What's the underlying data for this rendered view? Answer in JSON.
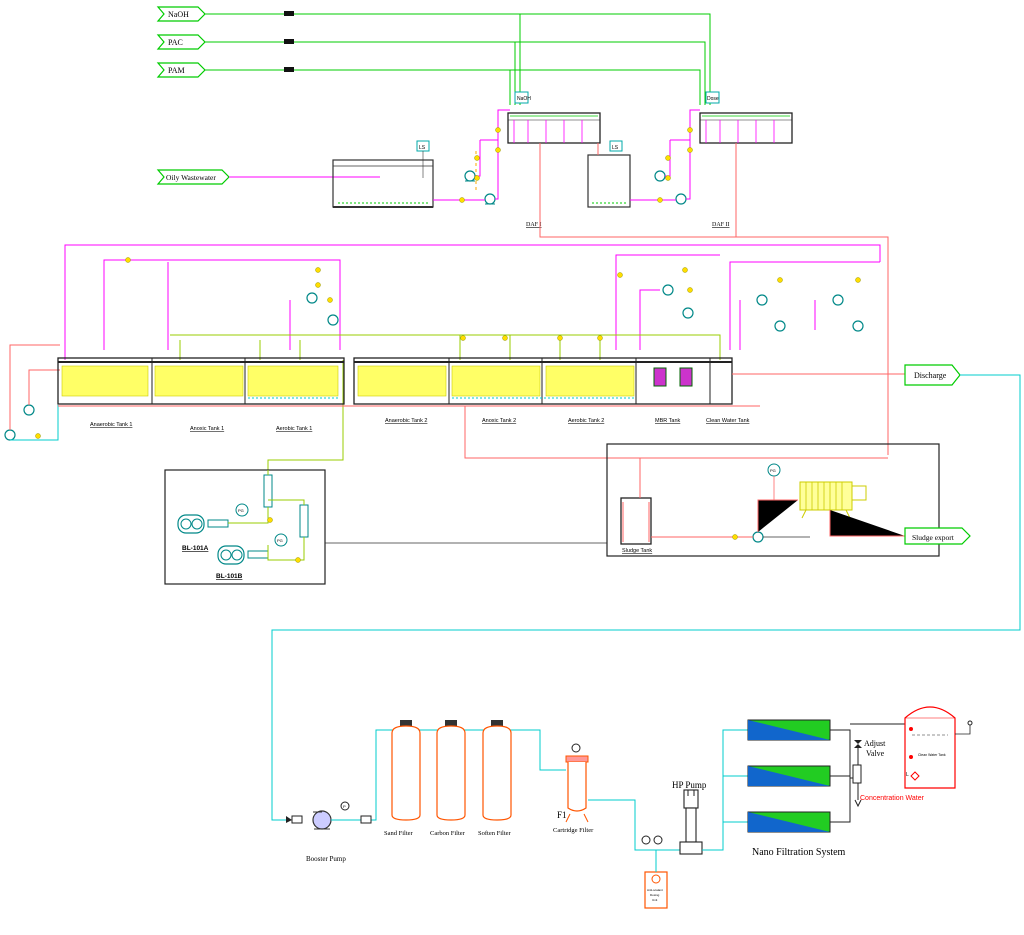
{
  "inputs": {
    "naoh": "NaOH",
    "pac": "PAC",
    "pam": "PAM",
    "oily_wastewater": "Oily Wastewater"
  },
  "dosing_tags": {
    "naoh_tag": "NaOH",
    "dose_tag": "Dose"
  },
  "daf": {
    "daf1": "DAF I",
    "daf2": "DAF II",
    "tag1": "LS",
    "tag2": "LS"
  },
  "tanks": {
    "anaerobic1": "Anaerobic Tank 1",
    "anoxic1": "Anoxic Tank 1",
    "aerobic1": "Aerobic Tank 1",
    "anaerobic2": "Anaerobic Tank 2",
    "anoxic2": "Anoxic Tank 2",
    "aerobic2": "Aerobic Tank 2",
    "mbr": "MBR Tank",
    "clean": "Clean Water Tank"
  },
  "outputs": {
    "discharge": "Discharge",
    "sludge_export": "Sludge export"
  },
  "blowers": {
    "a": "BL-101A",
    "b": "BL-101B"
  },
  "sludge": {
    "tank": "Sludge Tank",
    "pg": "PG"
  },
  "gauges": {
    "pg": "PG",
    "p": "P"
  },
  "nf": {
    "booster_pump": "Booster Pump",
    "sand_filter": "Sand Filter",
    "carbon_filter": "Carbon Filter",
    "soften_filter": "Soften Filter",
    "f1": "F1",
    "cartridge_filter": "Cartridge Filter",
    "hp_pump": "HP Pump",
    "system": "Nano Filtration System",
    "adjust_valve_1": "Adjust",
    "adjust_valve_2": "Valve",
    "concentration_water": "Concentration Water",
    "clean_water_tank": "Clean Water Tank",
    "dosing_unit_1": "Anti-scalant",
    "dosing_unit_2": "Dosing",
    "dosing_unit_3": "Unit"
  },
  "colors": {
    "chem_line": "#00cc00",
    "wastewater_line": "#ff00ff",
    "process_line": "#ff6666",
    "water_line": "#00cccc",
    "valve": "#ffdd00",
    "membrane_fill": "#ffff66",
    "nf_green": "#22cc22",
    "nf_blue": "#1166cc",
    "filter_red": "#ff5500",
    "concentration_red": "#ff0000"
  }
}
